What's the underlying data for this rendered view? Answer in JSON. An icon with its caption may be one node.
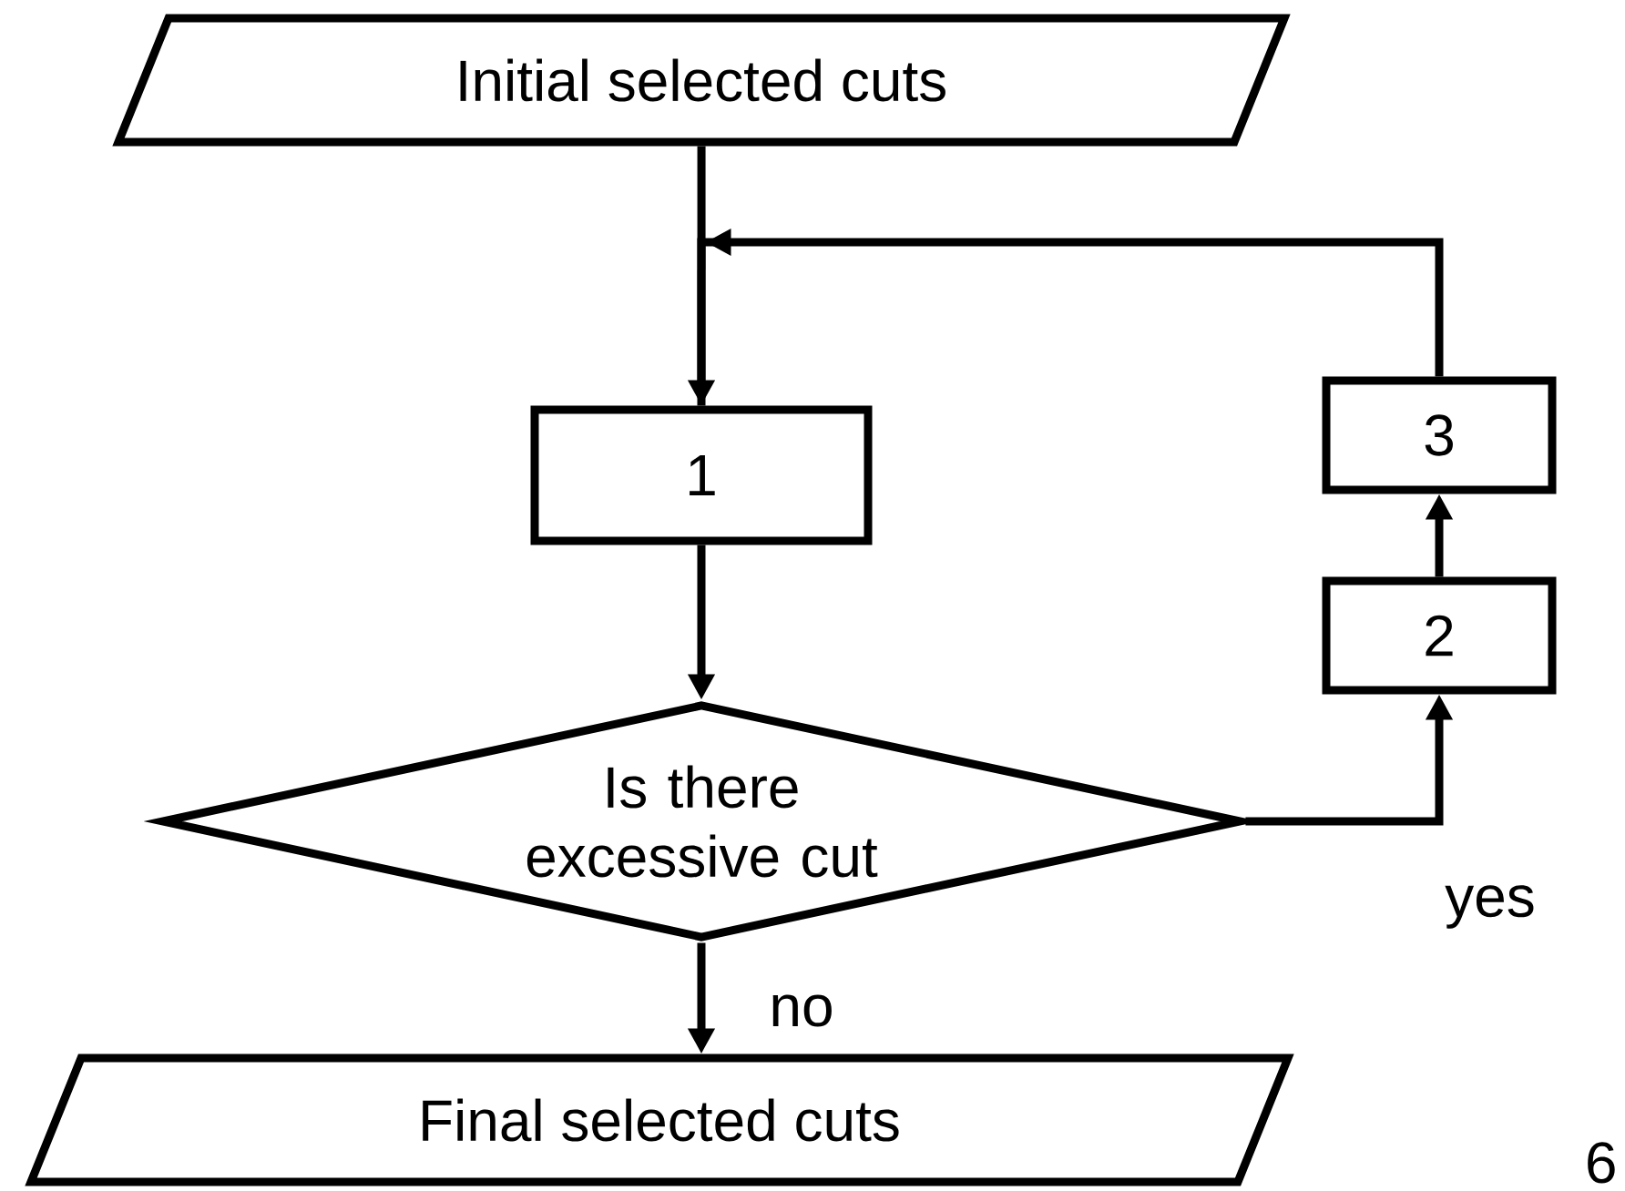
{
  "diagram": {
    "nodes": [
      {
        "text": [
          "Initial selected cuts"
        ]
      },
      {
        "text": [
          "1"
        ]
      },
      {
        "text": [
          "Is there excessive cut"
        ]
      },
      {
        "text": [
          "2"
        ]
      },
      {
        "text": [
          "3"
        ]
      },
      {
        "text": [
          "Final selected cuts"
        ]
      }
    ],
    "edges": [
      {
        "from": 0,
        "to": 1,
        "arrow": "to"
      },
      {
        "from": 1,
        "to": 2,
        "arrow": "to"
      },
      {
        "from": 2,
        "to": 5,
        "arrow": "to",
        "label": "no"
      },
      {
        "from": 2,
        "to": 3,
        "arrow": "to",
        "label": "yes"
      },
      {
        "from": 3,
        "to": 4,
        "arrow": "to"
      },
      {
        "from": 4,
        "to": 1,
        "arrow": "to"
      }
    ],
    "labels": [
      "6"
    ]
  }
}
